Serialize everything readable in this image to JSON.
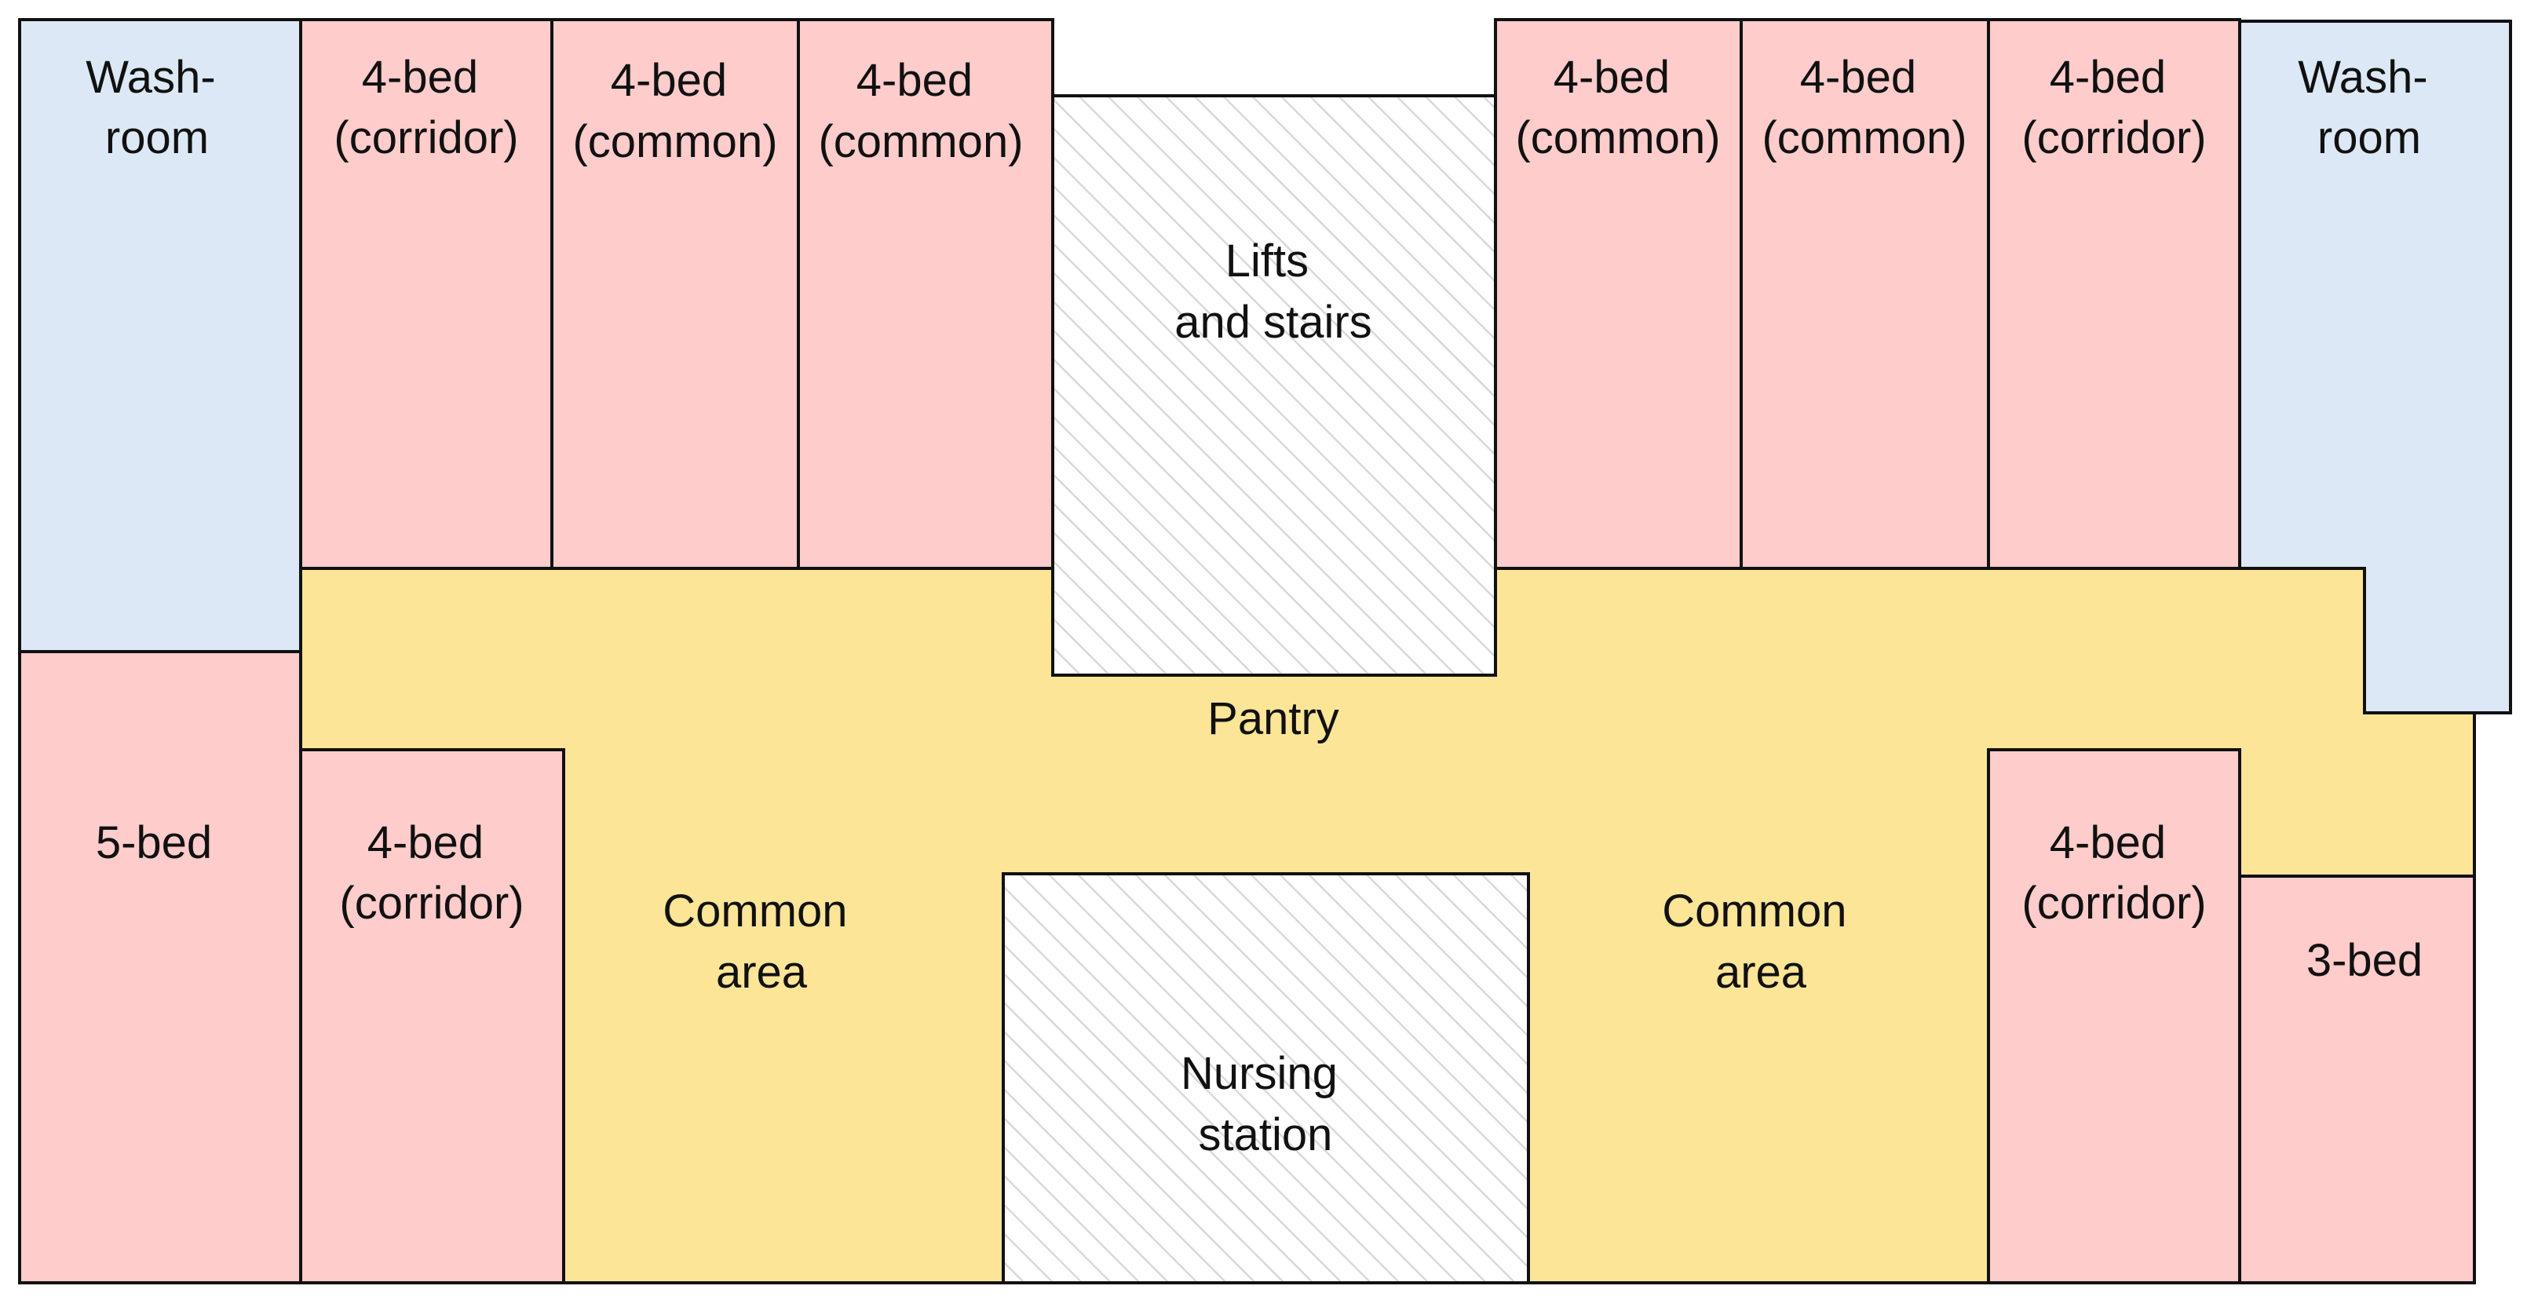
{
  "colors": {
    "ward": "#ffcccc",
    "washroom": "#dce8f5",
    "common": "#fde598",
    "hatched": "#ffffff",
    "hatch_lines": "#d9d9d9",
    "outline": "#111111"
  },
  "rooms": {
    "washroom_left": [
      "Wash-",
      "room"
    ],
    "ward_top_1": [
      "4-bed",
      "(corridor)"
    ],
    "ward_top_2": [
      "4-bed",
      "(common)"
    ],
    "ward_top_3": [
      "4-bed",
      "(common)"
    ],
    "lifts": [
      "Lifts",
      "and stairs"
    ],
    "ward_top_4": [
      "4-bed",
      "(common)"
    ],
    "ward_top_5": [
      "4-bed",
      "(common)"
    ],
    "ward_top_6": [
      "4-bed",
      "(corridor)"
    ],
    "washroom_right": [
      "Wash-",
      "room"
    ],
    "pantry": [
      "Pantry"
    ],
    "ward_5bed": [
      "5-bed"
    ],
    "ward_bottom_left": [
      "4-bed",
      "(corridor)"
    ],
    "common_area_left": [
      "Common",
      "area"
    ],
    "nursing_station": [
      "Nursing",
      "station"
    ],
    "common_area_right": [
      "Common",
      "area"
    ],
    "ward_bottom_right": [
      "4-bed",
      "(corridor)"
    ],
    "ward_3bed": [
      "3-bed"
    ]
  }
}
